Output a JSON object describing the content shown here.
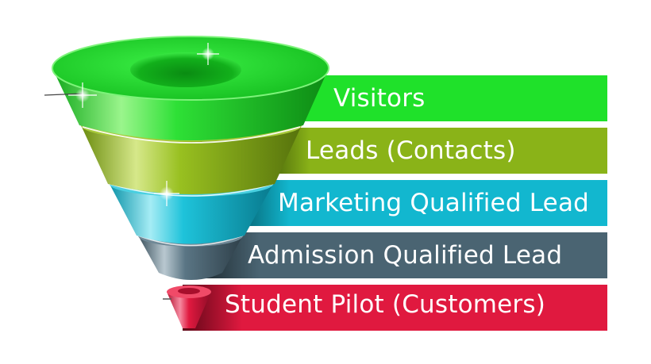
{
  "funnel": {
    "stages": [
      {
        "label": "Visitors",
        "color": "#1fe12a",
        "dark": "#0f9a18",
        "light": "#8af27f"
      },
      {
        "label": "Leads (Contacts)",
        "color": "#8ab318",
        "dark": "#56720c",
        "light": "#cde17a"
      },
      {
        "label": "Marketing Qualified Lead",
        "color": "#12b7cf",
        "dark": "#087a8e",
        "light": "#8ce3ef"
      },
      {
        "label": "Admission Qualified Lead",
        "color": "#4a6472",
        "dark": "#2e3f49",
        "light": "#9fb2bd"
      },
      {
        "label": "Student Pilot (Customers)",
        "color": "#e0193f",
        "dark": "#8f0c27",
        "light": "#f27a93"
      }
    ]
  }
}
